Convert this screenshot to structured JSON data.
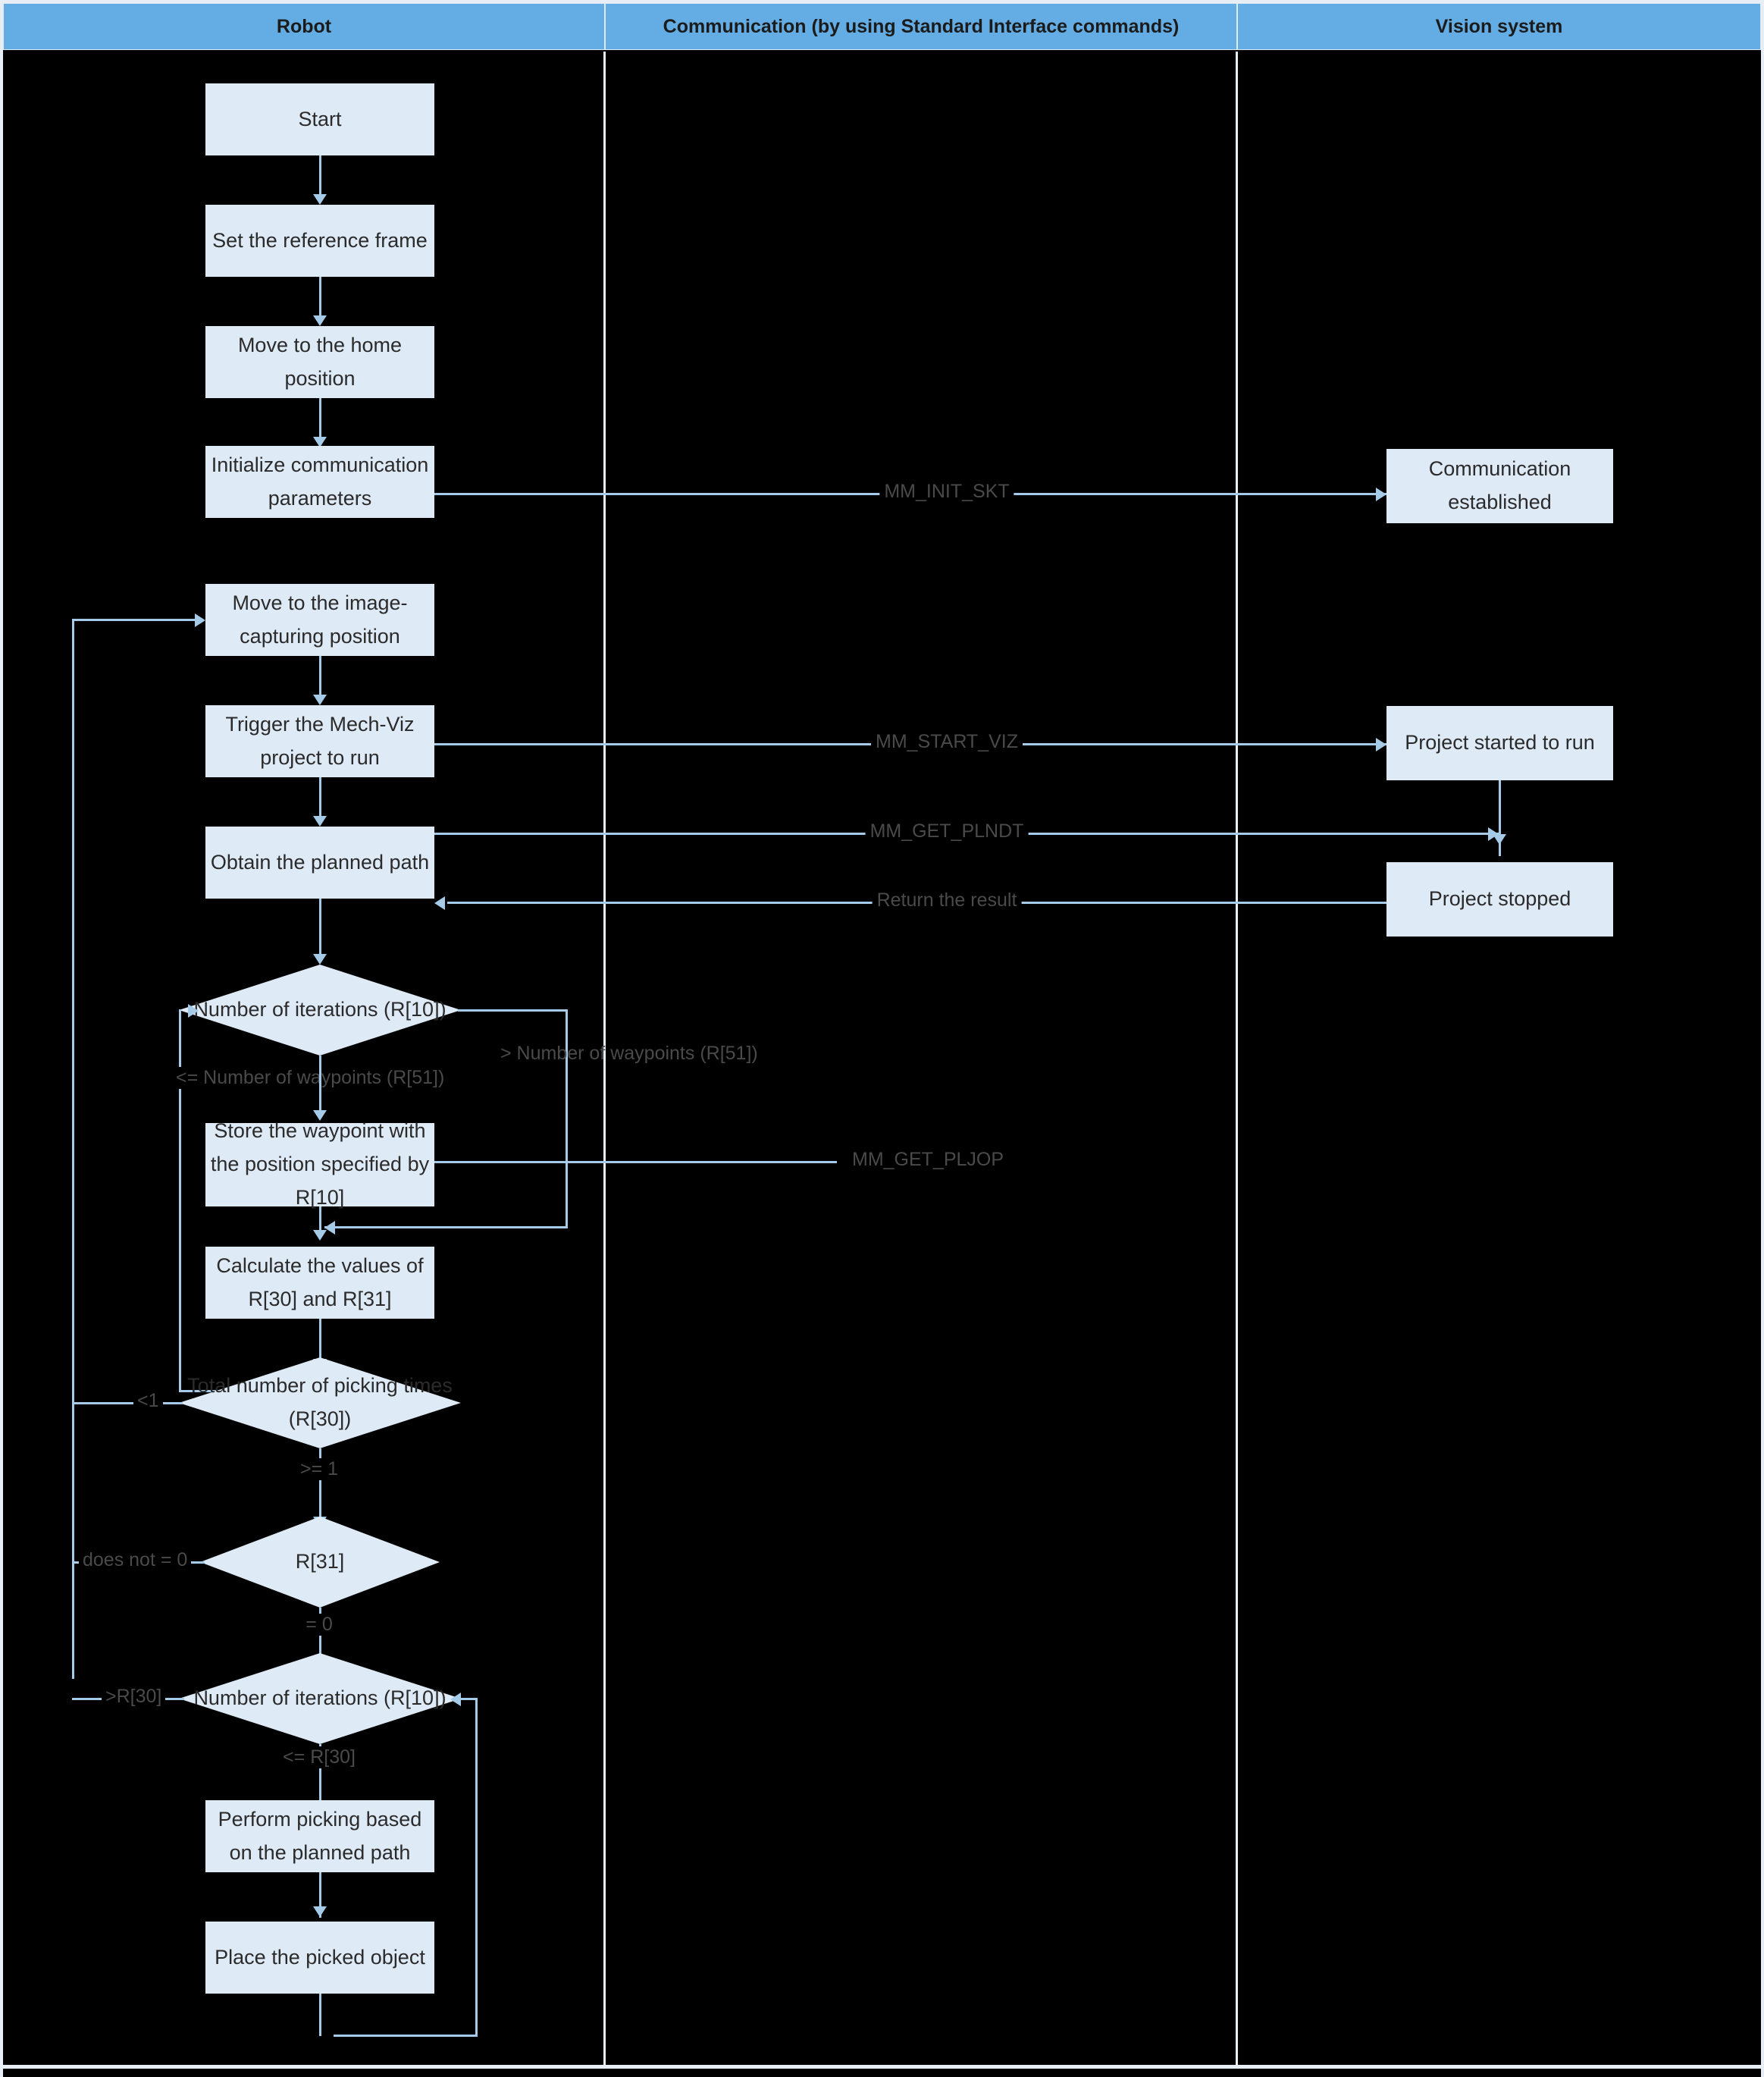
{
  "diagram": {
    "title": "Standard Interface robot picking flowchart",
    "colors": {
      "lane_header_bg": "#63ade4",
      "node_fill": "#dfeaf7",
      "connector": "#a6cbe8",
      "canvas": "#000000",
      "divider": "#e8eef5"
    },
    "lanes": [
      {
        "id": "robot",
        "label": "Robot"
      },
      {
        "id": "communication",
        "label": "Communication (by using Standard Interface commands)"
      },
      {
        "id": "vision",
        "label": "Vision system"
      }
    ],
    "nodes": {
      "start": {
        "label": "Start",
        "shape": "process",
        "lane": "robot"
      },
      "set_ref_frame": {
        "label": "Set the reference frame",
        "shape": "process",
        "lane": "robot"
      },
      "move_home": {
        "label": "Move to the home position",
        "shape": "process",
        "lane": "robot"
      },
      "init_comm": {
        "label": "Initialize communication parameters",
        "shape": "process",
        "lane": "robot"
      },
      "move_capture": {
        "label": "Move to the image-capturing position",
        "shape": "process",
        "lane": "robot"
      },
      "trigger_viz": {
        "label": "Trigger the Mech-Viz project to run",
        "shape": "process",
        "lane": "robot"
      },
      "obtain_path": {
        "label": "Obtain the planned path",
        "shape": "process",
        "lane": "robot"
      },
      "decision_iter_wp": {
        "label": "Number of iterations (R[10])",
        "shape": "decision",
        "lane": "robot"
      },
      "store_waypoint": {
        "label": "Store the waypoint with the position specified by R[10]",
        "shape": "process",
        "lane": "robot"
      },
      "calc_r30_r31": {
        "label": "Calculate the values of R[30] and R[31]",
        "shape": "process",
        "lane": "robot"
      },
      "decision_picking": {
        "label": "Total number of picking times (R[30])",
        "shape": "decision",
        "lane": "robot"
      },
      "decision_r31": {
        "label": "R[31]",
        "shape": "decision",
        "lane": "robot"
      },
      "decision_iter_30": {
        "label": "Number of iterations (R[10])",
        "shape": "decision",
        "lane": "robot"
      },
      "perform_picking": {
        "label": "Perform picking based on the planned path",
        "shape": "process",
        "lane": "robot"
      },
      "place_object": {
        "label": "Place the picked object",
        "shape": "process",
        "lane": "robot"
      },
      "comm_established": {
        "label": "Communication established",
        "shape": "process",
        "lane": "vision"
      },
      "project_started": {
        "label": "Project started to run",
        "shape": "process",
        "lane": "vision"
      },
      "project_stopped": {
        "label": "Project stopped",
        "shape": "process",
        "lane": "vision"
      }
    },
    "messages": [
      {
        "id": "msg_init_skt",
        "label": "MM_INIT_SKT",
        "from": "init_comm",
        "to": "comm_established",
        "direction": "right"
      },
      {
        "id": "msg_start_viz",
        "label": "MM_START_VIZ",
        "from": "trigger_viz",
        "to": "project_started",
        "direction": "right"
      },
      {
        "id": "msg_get_plndt",
        "label": "MM_GET_PLNDT",
        "from": "obtain_path",
        "to": "project_stopped",
        "direction": "right"
      },
      {
        "id": "msg_return",
        "label": "Return the result",
        "from": "project_stopped",
        "to": "obtain_path",
        "direction": "left"
      },
      {
        "id": "msg_get_pljop",
        "label": "MM_GET_PLJOP",
        "from": "store_waypoint",
        "to": "communication",
        "direction": "right"
      }
    ],
    "edge_labels": {
      "gt_waypoints": "> Number of waypoints (R[51])",
      "le_waypoints": "<= Number of waypoints (R[51])",
      "lt_one": "<1",
      "ge_one": ">= 1",
      "does_not_zero": "does not = 0",
      "eq_zero": "= 0",
      "gt_r30": ">R[30]",
      "le_r30": "<= R[30]"
    }
  }
}
